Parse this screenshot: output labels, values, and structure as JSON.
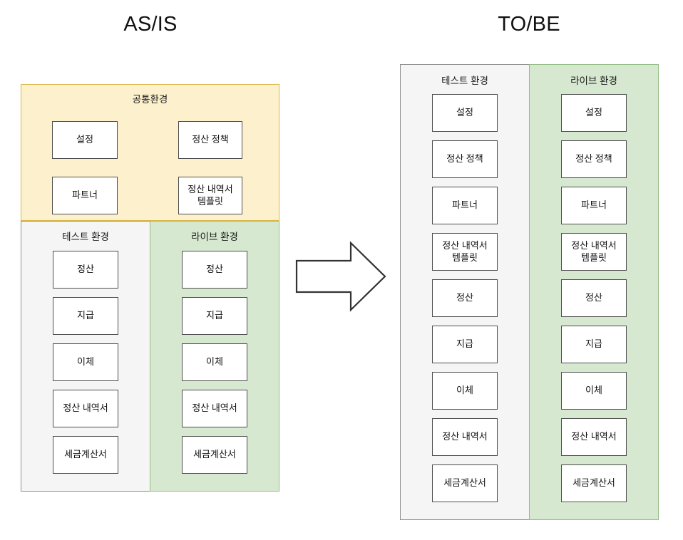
{
  "diagram": {
    "asis": {
      "title": "AS/IS",
      "common_env": {
        "label": "공통환경",
        "nodes": [
          "설정",
          "정산 정책",
          "파트너",
          "정산 내역서\n템플릿"
        ]
      },
      "test_env": {
        "label": "테스트 환경",
        "nodes": [
          "정산",
          "지급",
          "이체",
          "정산 내역서",
          "세금계산서"
        ]
      },
      "live_env": {
        "label": "라이브 환경",
        "nodes": [
          "정산",
          "지급",
          "이체",
          "정산 내역서",
          "세금계산서"
        ]
      }
    },
    "arrow": {
      "name": "right-arrow",
      "direction": "right"
    },
    "tobe": {
      "title": "TO/BE",
      "test_env": {
        "label": "테스트 환경",
        "nodes": [
          "설정",
          "정산 정책",
          "파트너",
          "정산 내역서\n템플릿",
          "정산",
          "지급",
          "이체",
          "정산 내역서",
          "세금계산서"
        ]
      },
      "live_env": {
        "label": "라이브 환경",
        "nodes": [
          "설정",
          "정산 정책",
          "파트너",
          "정산 내역서\n템플릿",
          "정산",
          "지급",
          "이체",
          "정산 내역서",
          "세금계산서"
        ]
      }
    }
  },
  "colors": {
    "common_env_fill": "#fdf0cd",
    "common_env_border": "#d9b84a",
    "test_env_fill": "#f5f5f5",
    "test_env_border": "#8f8f8f",
    "live_env_fill": "#d7e8d0",
    "live_env_border": "#93bd85",
    "node_fill": "#ffffff",
    "node_border": "#4d4d4d",
    "text": "#111111"
  }
}
